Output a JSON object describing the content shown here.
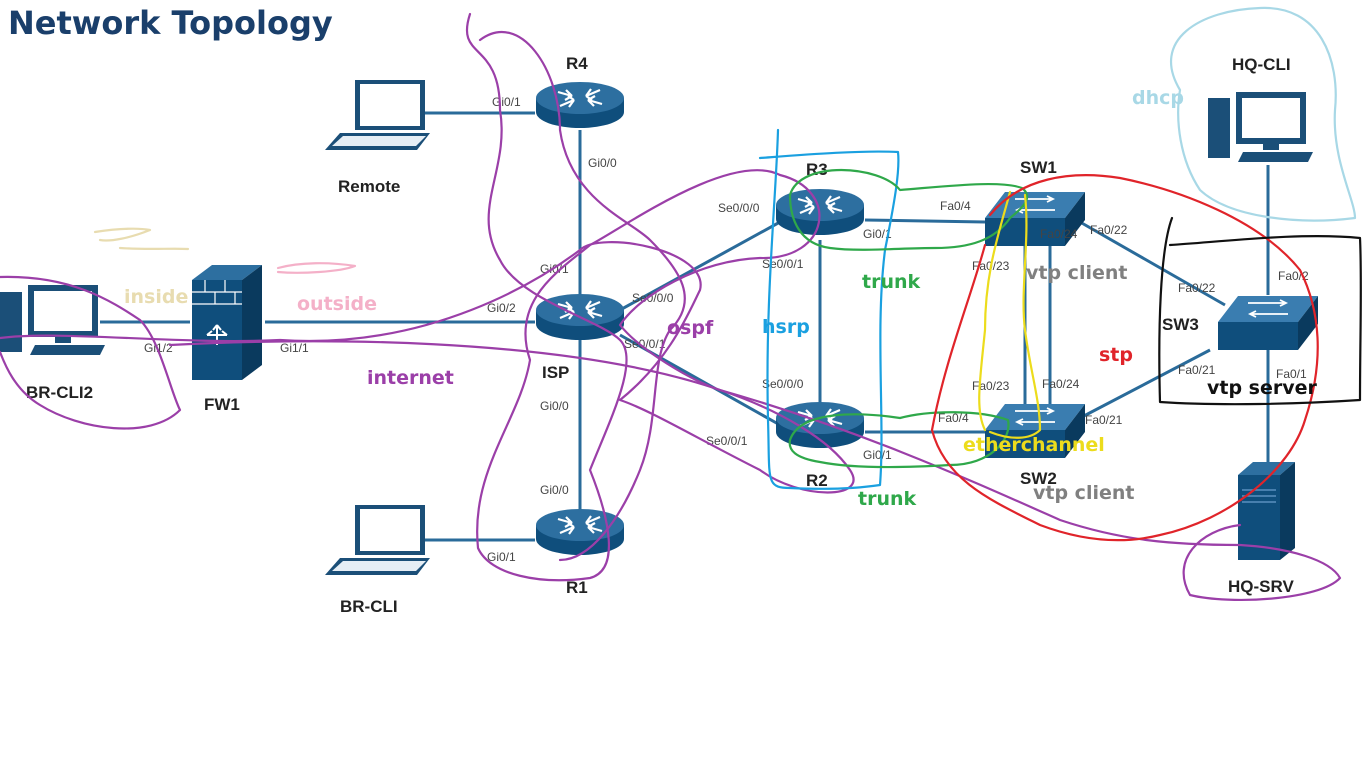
{
  "title": "Network Topology",
  "devices": {
    "r4": "R4",
    "r3": "R3",
    "r2": "R2",
    "r1": "R1",
    "isp": "ISP",
    "fw1": "FW1",
    "sw1": "SW1",
    "sw2": "SW2",
    "sw3": "SW3",
    "remote": "Remote",
    "br_cli": "BR-CLI",
    "br_cli2": "BR-CLI2",
    "hq_cli": "HQ-CLI",
    "hq_srv": "HQ-SRV"
  },
  "ports": {
    "remote_r4": "Gi0/1",
    "r4_isp": "Gi0/0",
    "isp_r4": "Gi0/1",
    "isp_fw": "Gi0/2",
    "isp_r3": "Se0/0/0",
    "isp_r2": "Se0/0/1",
    "isp_r1": "Gi0/0",
    "r1_isp": "Gi0/0",
    "r1_brcli": "Gi0/1",
    "r3_isp": "Se0/0/0",
    "r3_sw1": "Gi0/1",
    "r3_r2": "Se0/0/1",
    "r2_r3": "Se0/0/0",
    "r2_isp": "Se0/0/1",
    "r2_sw2": "Gi0/1",
    "fw_br": "Gi1/2",
    "fw_isp": "Gi1/1",
    "sw1_r3": "Fa0/4",
    "sw1_sw3": "Fa0/22",
    "sw1_sw2a": "Fa0/23",
    "sw1_sw2b": "Fa0/24",
    "sw2_sw1a": "Fa0/23",
    "sw2_sw1b": "Fa0/24",
    "sw2_r2": "Fa0/4",
    "sw2_sw3": "Fa0/21",
    "sw3_sw1": "Fa0/22",
    "sw3_sw2": "Fa0/21",
    "sw3_hqcli": "Fa0/2",
    "sw3_hqsrv": "Fa0/1"
  },
  "annotations": {
    "dhcp": "dhcp",
    "inside": "inside",
    "outside": "outside",
    "internet": "internet",
    "ospf": "ospf",
    "hsrp": "hsrp",
    "trunk_top": "trunk",
    "trunk_bottom": "trunk",
    "vtp_client_sw1": "vtp client",
    "vtp_client_sw2": "vtp client",
    "stp": "stp",
    "etherchannel": "etherchannel",
    "vtp_server": "vtp server"
  },
  "colors": {
    "title": "#1a3f6b",
    "device": "#0f4e7c",
    "link": "#2a6b9a",
    "purple": "#9b3fa8",
    "blue": "#1aa0e0",
    "green": "#2fa84a",
    "red": "#e0242a",
    "yellow": "#ecdc1c",
    "black": "#111111",
    "lightblue": "#a8d8e6",
    "pink": "#f4b0c8",
    "beige": "#e8dcb0",
    "grey": "#808080"
  }
}
